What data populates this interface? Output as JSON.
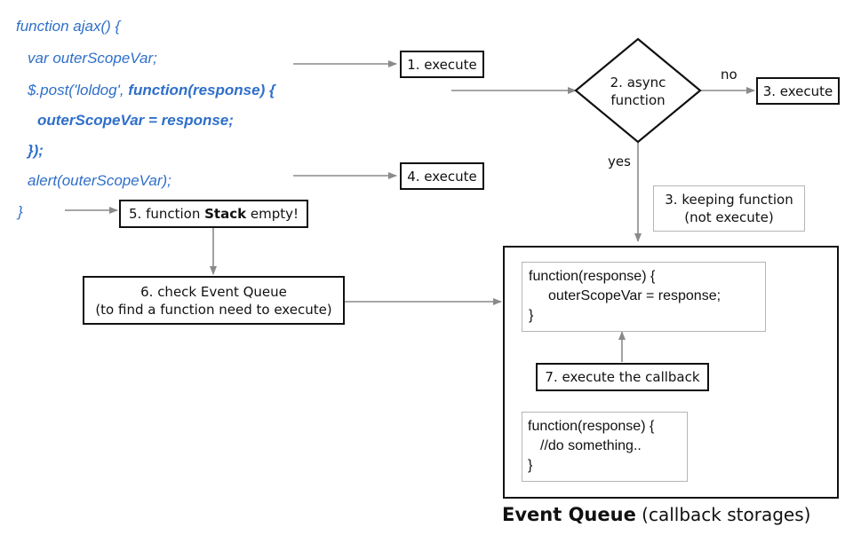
{
  "colors": {
    "code_blue": "#2f6fc9",
    "arrow_gray": "#8a8a8a",
    "box_border": "#111111",
    "thin_border": "#b5b5b5"
  },
  "code": {
    "line1": "function ajax() {",
    "line2": "var outerScopeVar;",
    "line3_prefix": "$.post('loldog', ",
    "line3_bold": "function(response) {",
    "line4": "outerScopeVar = response;",
    "line5": "});",
    "line6": "alert(outerScopeVar);",
    "line7": "}"
  },
  "steps": {
    "execute1": "1. execute",
    "async_line1": "2. async",
    "async_line2": "function",
    "no_label": "no",
    "yes_label": "yes",
    "execute3": "3. execute",
    "keeping_line1": "3. keeping function",
    "keeping_line2": "(not execute)",
    "execute4": "4. execute",
    "stack_prefix": "5. function ",
    "stack_bold": "Stack",
    "stack_suffix": " empty!",
    "check_line1": "6. check Event Queue",
    "check_line2": "(to find a function need to execute)",
    "callback": "7. execute the callback"
  },
  "queue": {
    "fn1_line1": "function(response) {",
    "fn1_line2": "outerScopeVar = response;",
    "fn1_line3": "}",
    "fn2_line1": "function(response) {",
    "fn2_line2": "//do something..",
    "fn2_line3": "}",
    "caption_bold": "Event Queue",
    "caption_rest": " (callback storages)"
  }
}
